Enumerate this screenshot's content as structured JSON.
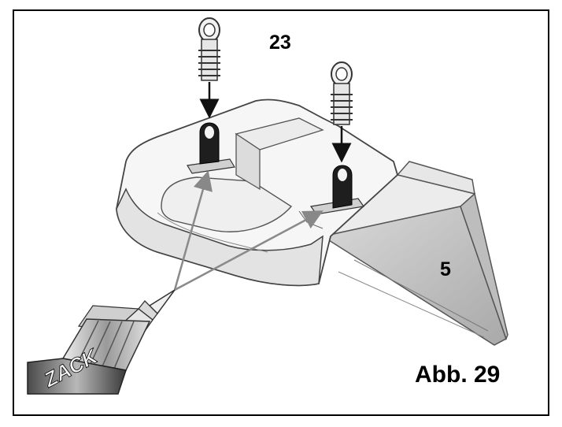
{
  "labels": {
    "part_top": "23",
    "part_right": "5",
    "caption": "Abb. 29"
  },
  "bottle_text": "ZACK",
  "colors": {
    "frame": "#000000",
    "line": "#4a4a4a",
    "dark_part": "#1e1e1e",
    "light_fill": "#f4f4f4",
    "mid_fill": "#cfcfcf"
  }
}
